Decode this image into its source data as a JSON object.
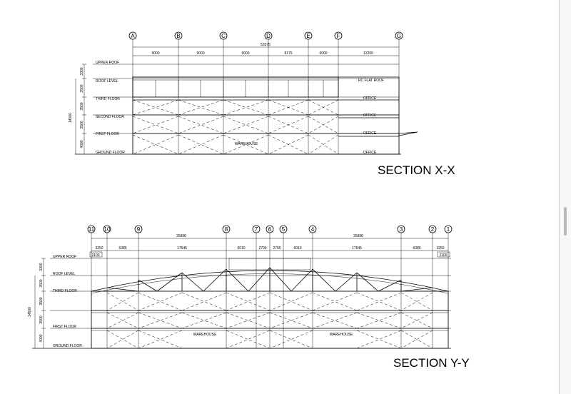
{
  "section_x": {
    "title": "SECTION X-X",
    "grid_labels": [
      "A",
      "B",
      "C",
      "D",
      "E",
      "F",
      "G"
    ],
    "span_dims": [
      "9000",
      "9000",
      "9000",
      "8175",
      "6000",
      "12200"
    ],
    "overall_dim": "53375",
    "total_height": "14500",
    "height_dims": [
      "3300",
      "3500",
      "3500",
      "3500",
      "4000"
    ],
    "levels": [
      "UPPER ROOF",
      "ROOF LEVEL",
      "THIRD FLOOR",
      "SECOND FLOOR",
      "FIRST FLOOR",
      "GROUND FLOOR"
    ],
    "annotations": {
      "rc_roof": "RC FLAT ROOF",
      "office": "OFFICE",
      "warehouse": "WAREHOUSE"
    }
  },
  "section_y": {
    "title": "SECTION Y-Y",
    "grid_labels": [
      "11",
      "10",
      "9",
      "8",
      "7",
      "6",
      "5",
      "4",
      "3",
      "2",
      "1"
    ],
    "overall_dims": [
      "35990",
      "35990"
    ],
    "span_dims": [
      "3250",
      "6385",
      "17645",
      "6010",
      "2700",
      "2700",
      "6010",
      "17645",
      "6385",
      "3250"
    ],
    "edge_dims": [
      "2100",
      "2100"
    ],
    "total_height": "14500",
    "height_dims": [
      "3300",
      "3500",
      "3500",
      "3500",
      "4000"
    ],
    "levels": [
      "UPPER ROOF",
      "ROOF LEVEL",
      "THIRD FLOOR",
      "FIRST FLOOR",
      "GROUND FLOOR"
    ],
    "annotations": {
      "warehouse": "WAREHOUSE"
    }
  }
}
